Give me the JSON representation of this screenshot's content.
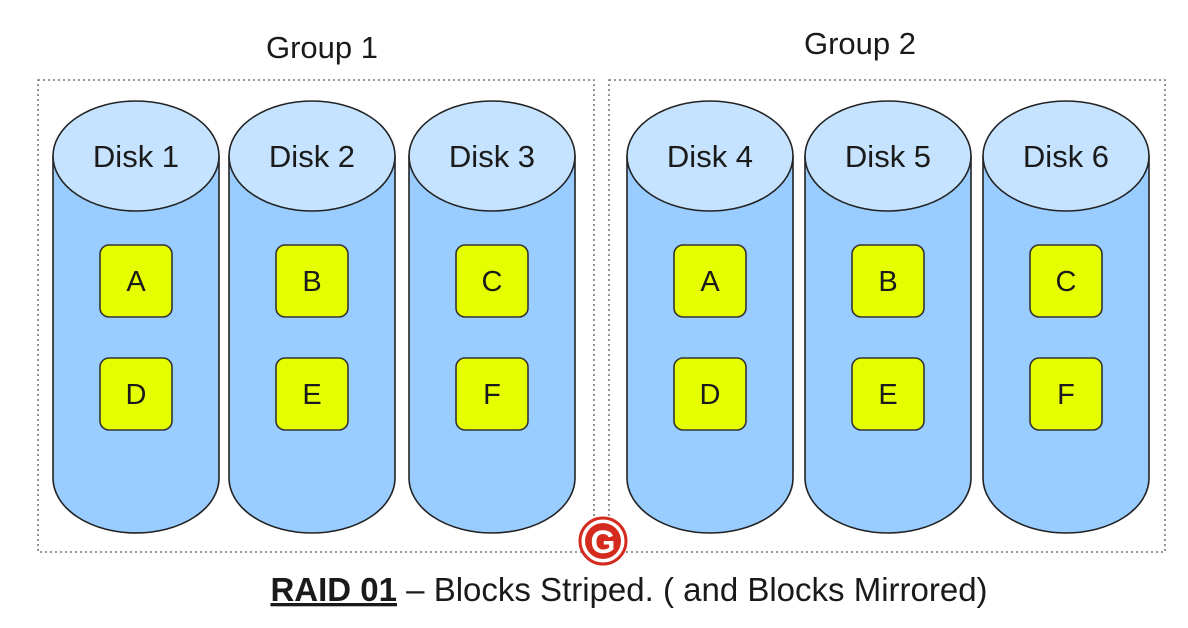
{
  "groups": [
    {
      "title": "Group 1",
      "disks": [
        {
          "label": "Disk 1",
          "blocks": [
            "A",
            "D"
          ]
        },
        {
          "label": "Disk 2",
          "blocks": [
            "B",
            "E"
          ]
        },
        {
          "label": "Disk 3",
          "blocks": [
            "C",
            "F"
          ]
        }
      ]
    },
    {
      "title": "Group 2",
      "disks": [
        {
          "label": "Disk 4",
          "blocks": [
            "A",
            "D"
          ]
        },
        {
          "label": "Disk 5",
          "blocks": [
            "B",
            "E"
          ]
        },
        {
          "label": "Disk 6",
          "blocks": [
            "C",
            "F"
          ]
        }
      ]
    }
  ],
  "caption": {
    "bold": "RAID 01",
    "rest": " – Blocks Striped. ( and Blocks Mirrored)"
  },
  "logo": {
    "letter": "G"
  },
  "colors": {
    "disk_body": "#99ccff",
    "disk_top": "#c5e3ff",
    "block_fill": "#e5ff00",
    "logo_red": "#d42b1e"
  }
}
